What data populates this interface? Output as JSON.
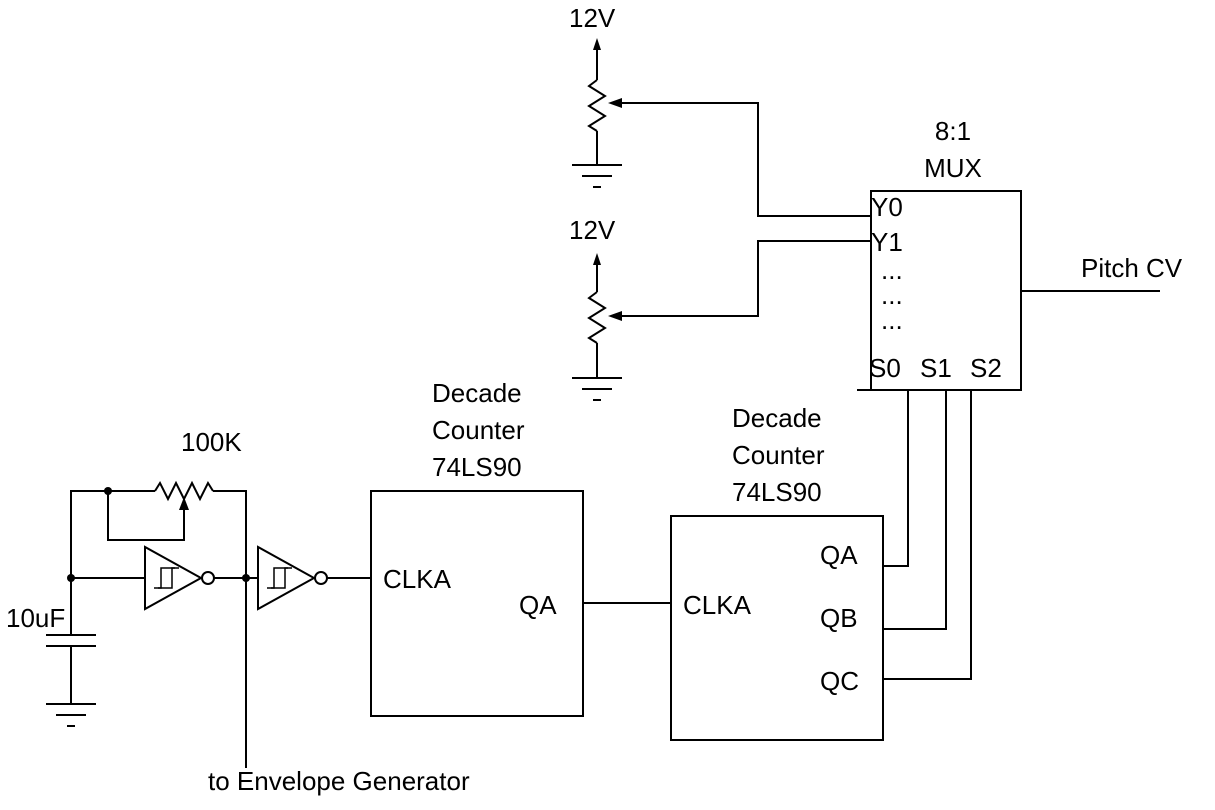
{
  "supply": {
    "pot1_label": "12V",
    "pot2_label": "12V"
  },
  "mux": {
    "title_line1": "8:1",
    "title_line2": "MUX",
    "pins": {
      "y0": "Y0",
      "y1": "Y1",
      "dots1": "...",
      "dots2": "...",
      "dots3": "...",
      "s0": "S0",
      "s1": "S1",
      "s2": "S2"
    },
    "output_label": "Pitch CV"
  },
  "oscillator": {
    "resistor_label": "100K",
    "capacitor_label": "10uF",
    "tap_label": "to Envelope Generator"
  },
  "counter1": {
    "title_line1": "Decade",
    "title_line2": "Counter",
    "title_line3": "74LS90",
    "clk_pin": "CLKA",
    "qa_pin": "QA"
  },
  "counter2": {
    "title_line1": "Decade",
    "title_line2": "Counter",
    "title_line3": "74LS90",
    "clk_pin": "CLKA",
    "qa_pin": "QA",
    "qb_pin": "QB",
    "qc_pin": "QC"
  }
}
